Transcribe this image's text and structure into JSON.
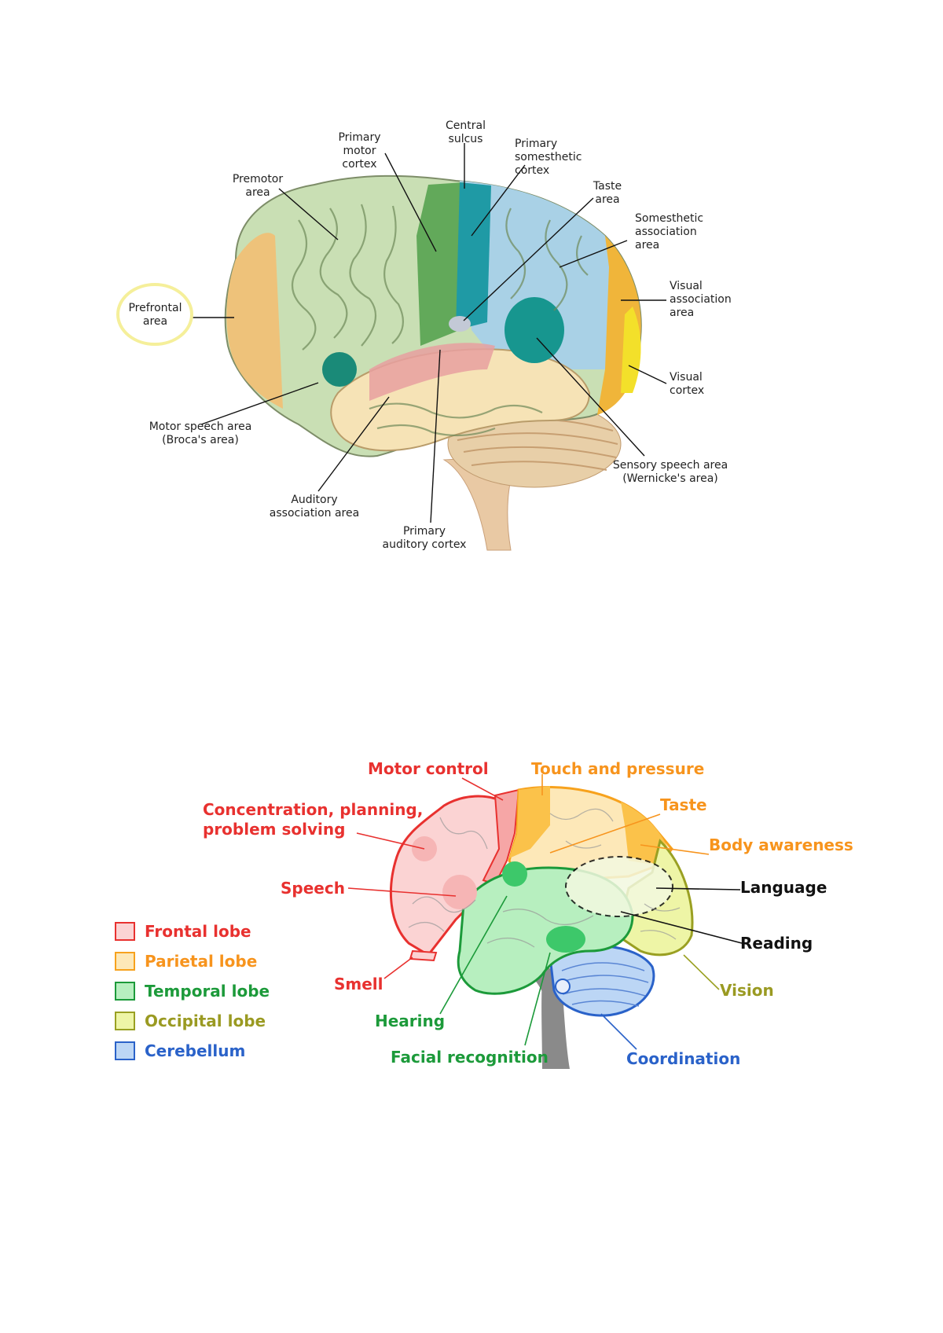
{
  "figure1": {
    "labels": {
      "prefrontal": "Prefrontal\narea",
      "premotor": "Premotor\narea",
      "primary_motor": "Primary\nmotor\ncortex",
      "central_sulcus": "Central\nsulcus",
      "primary_somesthetic": "Primary\nsomesthetic\ncortex",
      "taste": "Taste\narea",
      "somesthetic_assoc": "Somesthetic\nassociation\narea",
      "visual_assoc": "Visual\nassociation\narea",
      "visual_cortex": "Visual\ncortex",
      "brocas": "Motor speech area\n(Broca's area)",
      "auditory_assoc": "Auditory\nassociation area",
      "primary_auditory": "Primary\nauditory cortex",
      "wernickes": "Sensory speech area\n(Wernicke's area)"
    }
  },
  "figure2": {
    "labels": {
      "motor_control": "Motor control",
      "touch": "Touch and pressure",
      "concentration": "Concentration, planning,\nproblem solving",
      "taste": "Taste",
      "body_awareness": "Body awareness",
      "language": "Language",
      "speech": "Speech",
      "reading": "Reading",
      "smell": "Smell",
      "vision": "Vision",
      "hearing": "Hearing",
      "facial": "Facial recognition",
      "coordination": "Coordination"
    },
    "colors": {
      "frontal": "#e8312f",
      "parietal": "#f7941d",
      "temporal": "#1c9a3a",
      "occipital": "#9a9a22",
      "cerebellum": "#2a62c9",
      "black": "#111111"
    },
    "legend": [
      {
        "label": "Frontal lobe",
        "fill": "#fbd3d3",
        "border": "#e8312f",
        "text_color": "#e8312f"
      },
      {
        "label": "Parietal lobe",
        "fill": "#fde8b8",
        "border": "#f7a21d",
        "text_color": "#f7941d"
      },
      {
        "label": "Temporal lobe",
        "fill": "#b7efbf",
        "border": "#1c9a3a",
        "text_color": "#1c9a3a"
      },
      {
        "label": "Occipital  lobe",
        "fill": "#eef5a6",
        "border": "#9aa022",
        "text_color": "#9a9a22"
      },
      {
        "label": "Cerebellum",
        "fill": "#bcd6f5",
        "border": "#2a62c9",
        "text_color": "#2a62c9"
      }
    ]
  }
}
